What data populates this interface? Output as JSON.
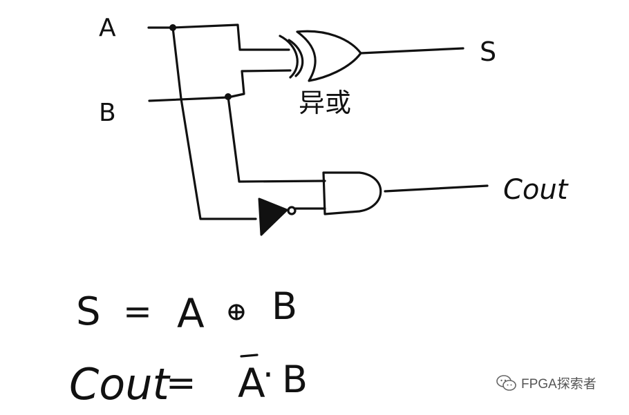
{
  "diagram": {
    "inputs": {
      "a": "A",
      "b": "B"
    },
    "outputs": {
      "s": "S",
      "cout": "Cout"
    },
    "gates": {
      "xor_label": "异或"
    },
    "equations": {
      "s_lhs": "S",
      "s_eq": "=",
      "s_a": "A",
      "s_op": "⊕",
      "s_b": "B",
      "cout_lhs": "Cout",
      "cout_eq": "=",
      "cout_a": "A",
      "cout_dot": "·",
      "cout_b": "B"
    }
  },
  "watermark": {
    "text": "FPGA探索者",
    "icon": "wechat-icon"
  },
  "colors": {
    "ink": "#111111",
    "watermark": "#555555"
  }
}
